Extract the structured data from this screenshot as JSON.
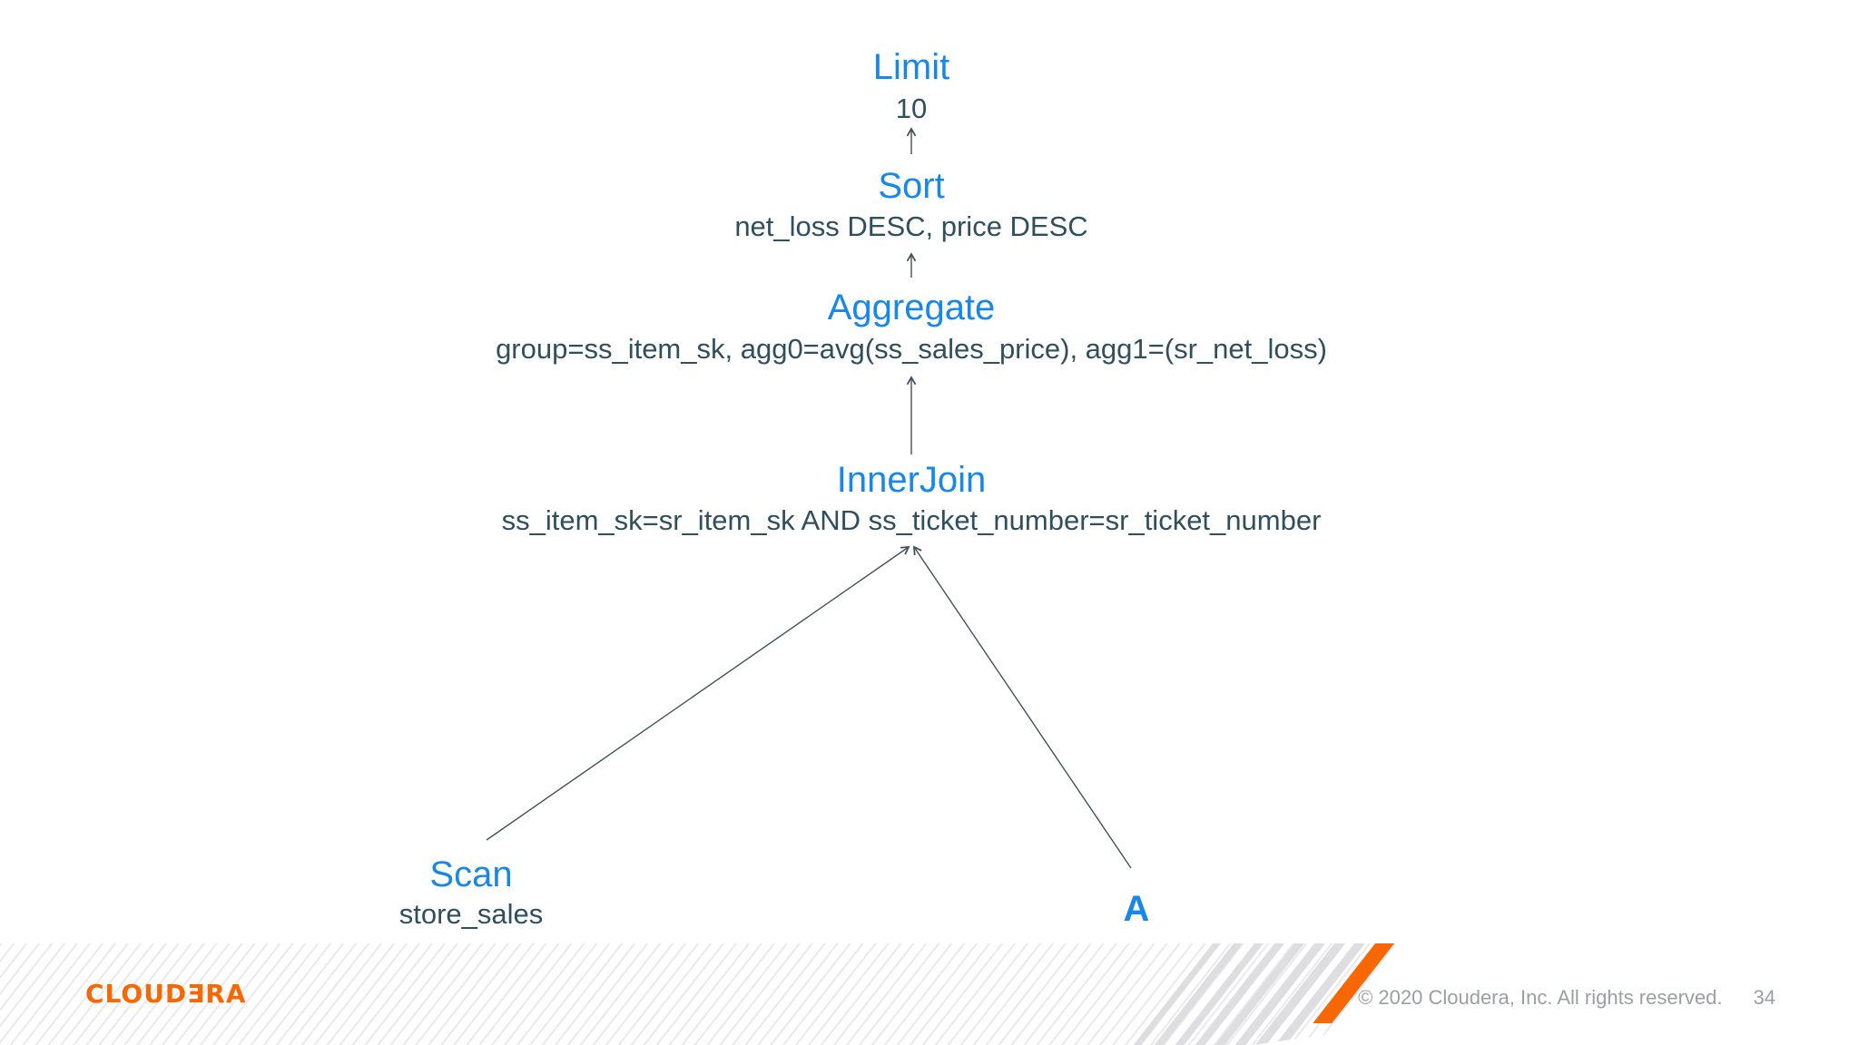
{
  "slide": {
    "background_color": "#ffffff",
    "accent_blue": "#1787e8",
    "detail_text_color": "#2f4f5f",
    "edge_line_color": "#41525c",
    "stripe_gray": "#dedee1",
    "brand_orange": "#f96702",
    "footer_text_color": "#9b9ea3"
  },
  "plan_tree": {
    "nodes": {
      "limit": {
        "title": "Limit",
        "detail": "10"
      },
      "sort": {
        "title": "Sort",
        "detail": "net_loss DESC, price DESC"
      },
      "aggregate": {
        "title": "Aggregate",
        "detail": "group=ss_item_sk, agg0=avg(ss_sales_price), agg1=(sr_net_loss)"
      },
      "innerjoin": {
        "title": "InnerJoin",
        "detail": "ss_item_sk=sr_item_sk AND ss_ticket_number=sr_ticket_number"
      },
      "scan": {
        "title": "Scan",
        "detail": "store_sales"
      },
      "subtree_a": {
        "title": "A"
      }
    },
    "edges": [
      "sort -> limit",
      "aggregate -> sort",
      "innerjoin -> aggregate",
      "scan -> innerjoin",
      "subtree_a -> innerjoin"
    ]
  },
  "footer": {
    "logo_text": "CLOUDƎRA",
    "copyright": "© 2020 Cloudera, Inc. All rights reserved.",
    "page_number": "34"
  }
}
